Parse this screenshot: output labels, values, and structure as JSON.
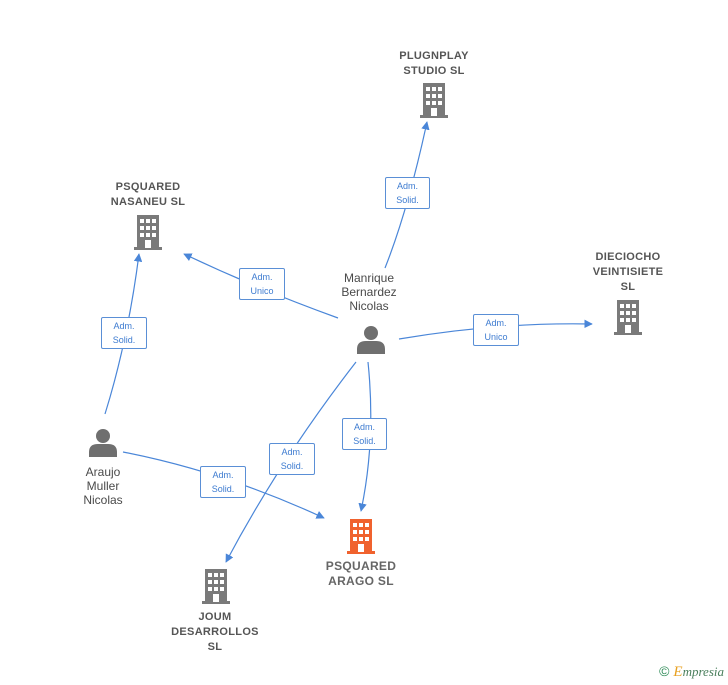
{
  "nodes": {
    "plugnplay": {
      "label": "PLUGNPLAY\nSTUDIO  SL"
    },
    "nasaneu": {
      "label": "PSQUARED\nNASANEU  SL"
    },
    "dieciocho": {
      "label": "DIECIOCHO\nVEINTISIETE\nSL"
    },
    "manrique": {
      "label": "Manrique\nBernardez\nNicolas"
    },
    "araujo": {
      "label": "Araujo\nMuller\nNicolas"
    },
    "arago": {
      "label": "PSQUARED\nARAGO  SL"
    },
    "joum": {
      "label": "JOUM\nDESARROLLOS\nSL"
    }
  },
  "edges": {
    "manrique_plugnplay": {
      "label": "Adm.\nSolid."
    },
    "manrique_nasaneu": {
      "label": "Adm.\nUnico"
    },
    "manrique_dieciocho": {
      "label": "Adm.\nUnico"
    },
    "manrique_arago": {
      "label": "Adm.\nSolid."
    },
    "manrique_joum": {
      "label": "Adm.\nSolid."
    },
    "araujo_nasaneu": {
      "label": "Adm.\nSolid."
    },
    "araujo_arago": {
      "label": "Adm.\nSolid."
    }
  },
  "colors": {
    "edge": "#4a86d8",
    "company": "#7a7a7a",
    "company_main": "#f0622e",
    "person": "#6f6f6f"
  },
  "footer": {
    "copyright": "©",
    "brand_initial": "E",
    "brand_rest": "mpresia"
  }
}
